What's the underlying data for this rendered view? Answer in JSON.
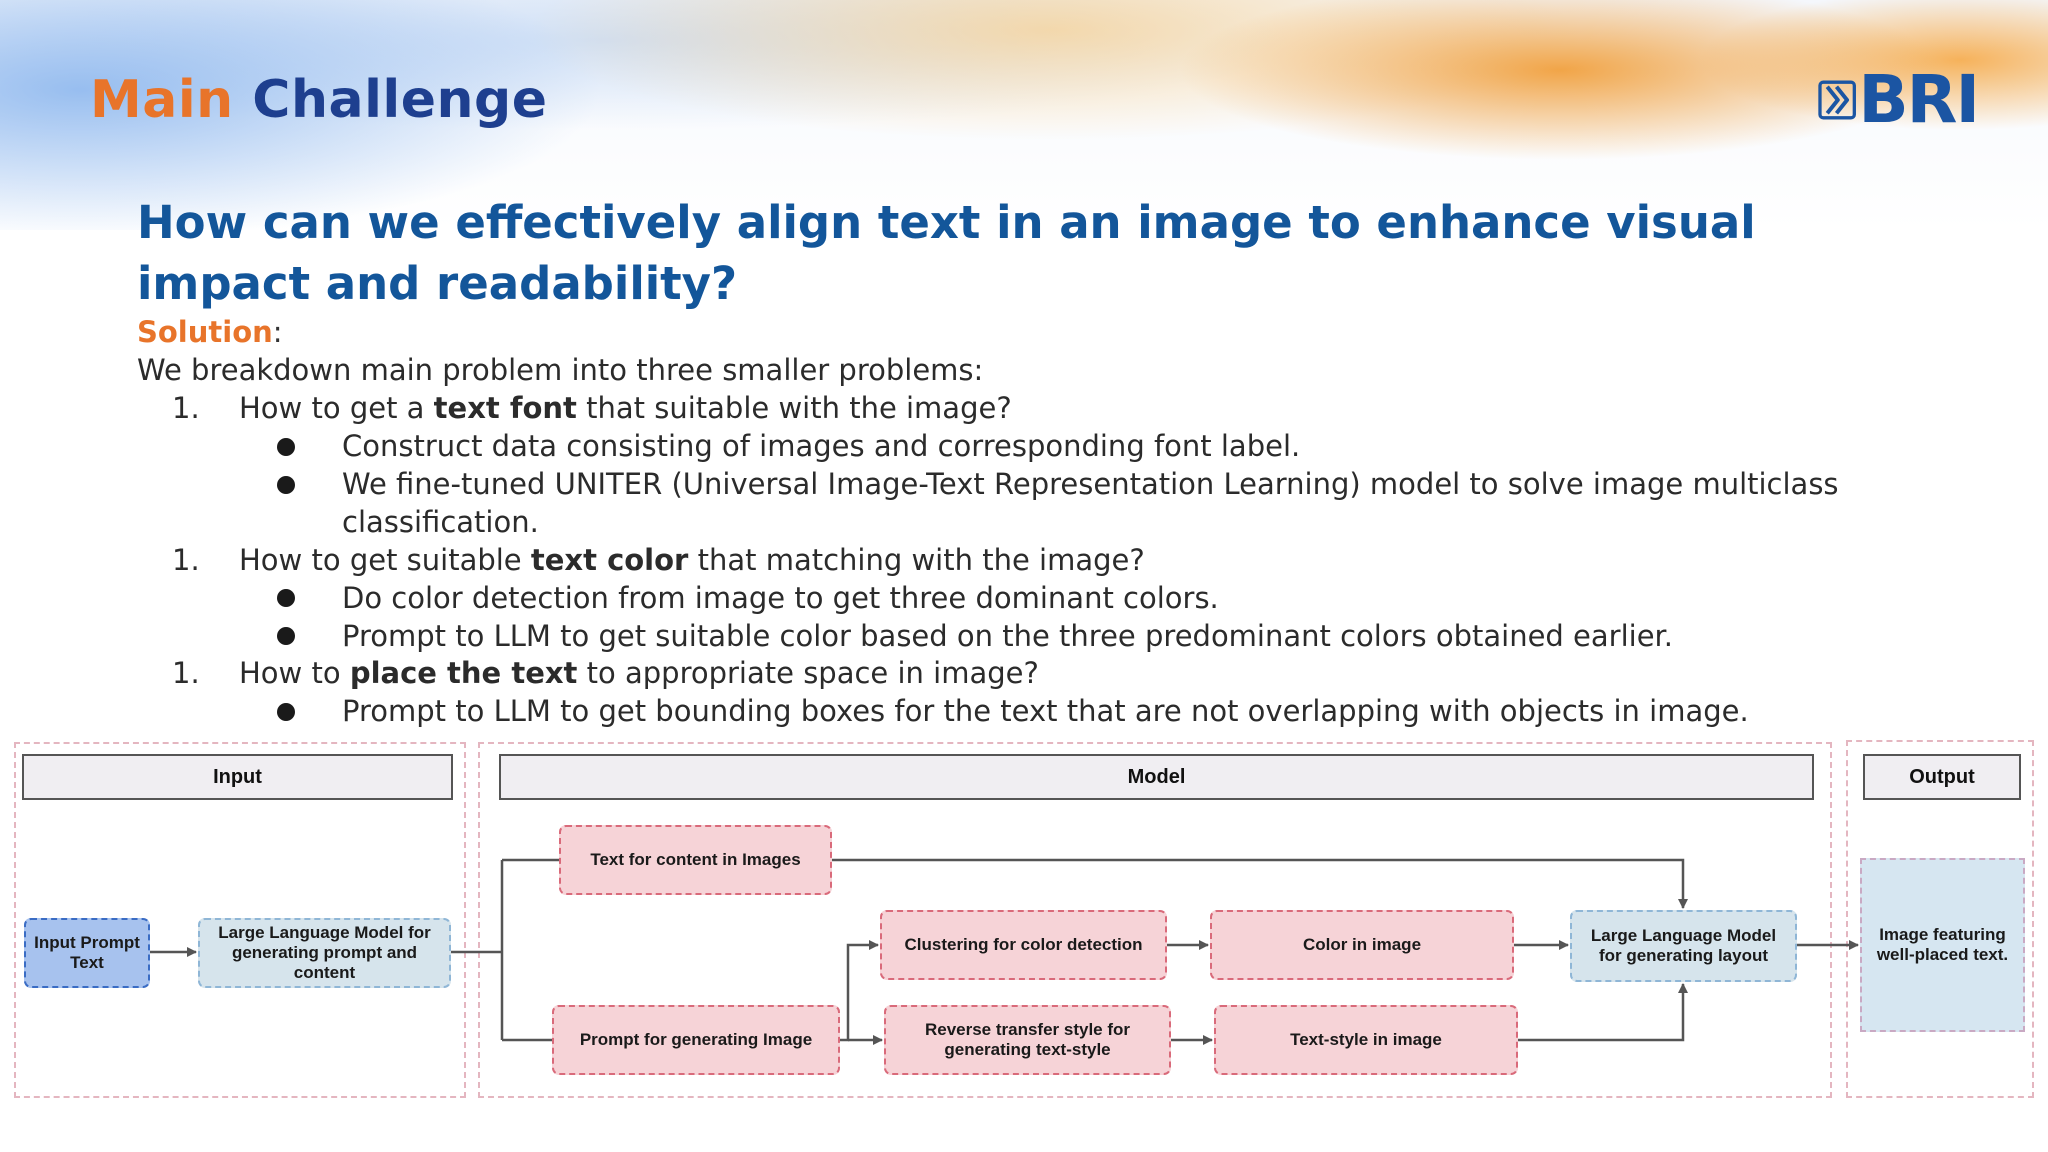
{
  "header": {
    "title_part1": "Main",
    "title_part2": "Challenge",
    "logo_text": "BRI"
  },
  "question": "How can we effectively align text in an image to enhance visual impact and readability?",
  "solution": {
    "label": "Solution",
    "colon": ":",
    "intro": "We breakdown main problem into three smaller problems:",
    "items": [
      {
        "number": "1.",
        "prefix": "How to get a ",
        "bold": "text font",
        "suffix": " that suitable with the image?",
        "bullets": [
          "Construct data consisting of images and corresponding font label.",
          "We fine-tuned UNITER (Universal Image-Text Representation Learning) model to solve image multiclass",
          "classification."
        ]
      },
      {
        "number": "1.",
        "prefix": "How to get suitable ",
        "bold": "text color",
        "suffix": " that matching with the image?",
        "bullets": [
          "Do color detection from image to get three dominant colors.",
          "Prompt to LLM to get suitable color based on the three predominant colors obtained earlier."
        ]
      },
      {
        "number": "1.",
        "prefix": "How to ",
        "bold": "place the text",
        "suffix": " to appropriate space in image?",
        "bullets": [
          "Prompt to LLM to get bounding boxes for the text that are not overlapping with objects in image."
        ]
      }
    ]
  },
  "diagram": {
    "sections": {
      "input": "Input",
      "model": "Model",
      "output": "Output"
    },
    "nodes": {
      "input_prompt": "Input Prompt Text",
      "llm_prompt": "Large Language Model for generating prompt and content",
      "text_content": "Text for content in Images",
      "prompt_image": "Prompt for generating Image",
      "clustering": "Clustering for color detection",
      "reverse_style": "Reverse transfer style for generating text-style",
      "color_in_image": "Color in image",
      "text_style": "Text-style in image",
      "llm_layout": "Large Language Model for generating layout",
      "output_image": "Image featuring well-placed text."
    },
    "colors": {
      "pink_fill": "#f6d3d7",
      "pink_border": "#d96a7a",
      "light_blue_fill": "#d6e4ec",
      "blue_fill": "#a7c2ee",
      "arrow": "#555555"
    }
  }
}
